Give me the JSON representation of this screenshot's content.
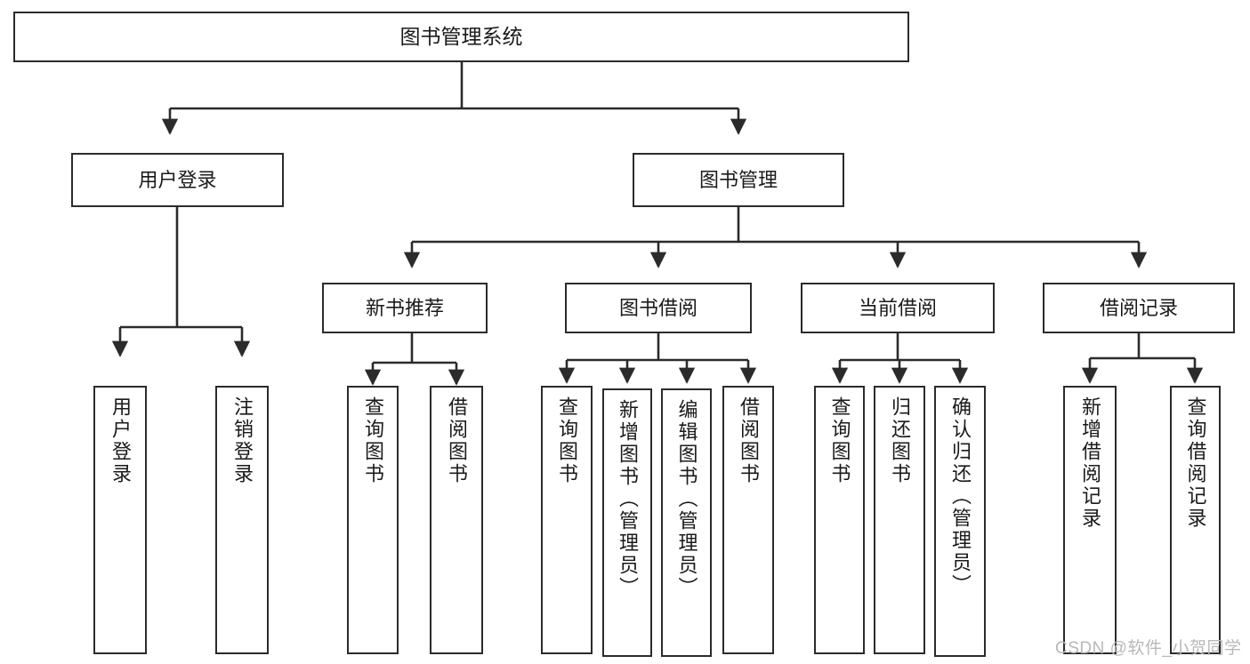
{
  "diagram": {
    "title": "图书管理系统",
    "type": "hierarchy-tree",
    "background_color": "#ffffff",
    "node_border_color": "#2b2b2b",
    "edge_color": "#2b2b2b"
  },
  "root": {
    "label": "图书管理系统"
  },
  "level1": [
    {
      "label": "用户登录"
    },
    {
      "label": "图书管理"
    }
  ],
  "level2": [
    {
      "label": "新书推荐"
    },
    {
      "label": "图书借阅"
    },
    {
      "label": "当前借阅"
    },
    {
      "label": "借阅记录"
    }
  ],
  "leaves": {
    "user_login": [
      {
        "label": "用户登录"
      },
      {
        "label": "注销登录"
      }
    ],
    "new_book": [
      {
        "label": "查询图书"
      },
      {
        "label": "借阅图书"
      }
    ],
    "book_borrow": [
      {
        "label": "查询图书"
      },
      {
        "label": "新增图书（管理员）"
      },
      {
        "label": "编辑图书（管理员）"
      },
      {
        "label": "借阅图书"
      }
    ],
    "current_borrow": [
      {
        "label": "查询图书"
      },
      {
        "label": "归还图书"
      },
      {
        "label": "确认归还（管理员）"
      }
    ],
    "borrow_record": [
      {
        "label": "新增借阅记录"
      },
      {
        "label": "查询借阅记录"
      }
    ]
  },
  "watermark": {
    "text": "CSDN @软件_小贺同学"
  }
}
